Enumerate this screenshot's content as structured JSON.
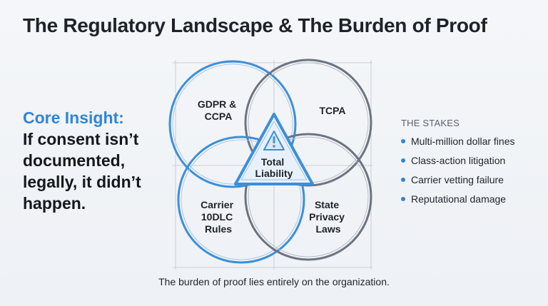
{
  "title": "The Regulatory Landscape & The Burden of Proof",
  "insight": {
    "head": "Core Insight:",
    "body": "If consent isn’t documented, legally, it didn’t happen."
  },
  "venn": {
    "top_left": [
      "GDPR &",
      "CCPA"
    ],
    "top_right": [
      "TCPA"
    ],
    "bottom_left": [
      "Carrier",
      "10DLC",
      "Rules"
    ],
    "bottom_right": [
      "State",
      "Privacy",
      "Laws"
    ],
    "center": [
      "Total",
      "Liability"
    ],
    "center_icon": "warning-triangle-icon"
  },
  "stakes": {
    "title": "THE STAKES",
    "items": [
      "Multi-million dollar fines",
      "Class-action litigation",
      "Carrier vetting failure",
      "Reputational damage"
    ]
  },
  "caption": "The burden of proof lies entirely on the organization.",
  "colors": {
    "accent": "#2f86d6",
    "circle_blue": "#3d8fd8",
    "circle_gray": "#6c7480"
  }
}
